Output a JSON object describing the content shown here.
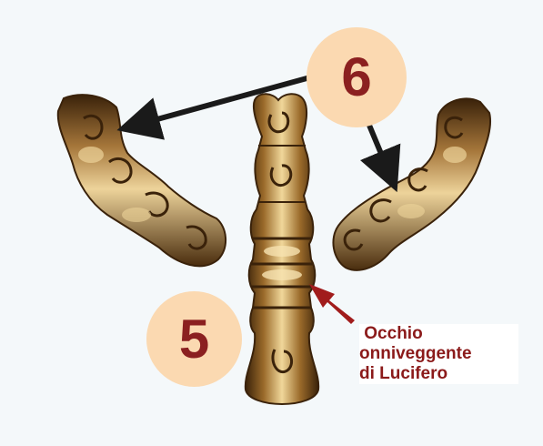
{
  "labels": {
    "number_top": "6",
    "number_bottom": "5"
  },
  "caption": {
    "line1": " Occhio",
    "line2": "onniveggente",
    "line3": "di Lucifero"
  },
  "colors": {
    "background": "#f4f8fa",
    "badge_fill": "#fbd9b1",
    "badge_text": "#8b2020",
    "caption_text": "#8b1a1a",
    "red_arrow": "#a11c1c",
    "black_arrow": "#1a1a1a",
    "gold_dark": "#4a2d0e",
    "gold_mid": "#9a6a2a",
    "gold_light": "#e8c98a"
  }
}
